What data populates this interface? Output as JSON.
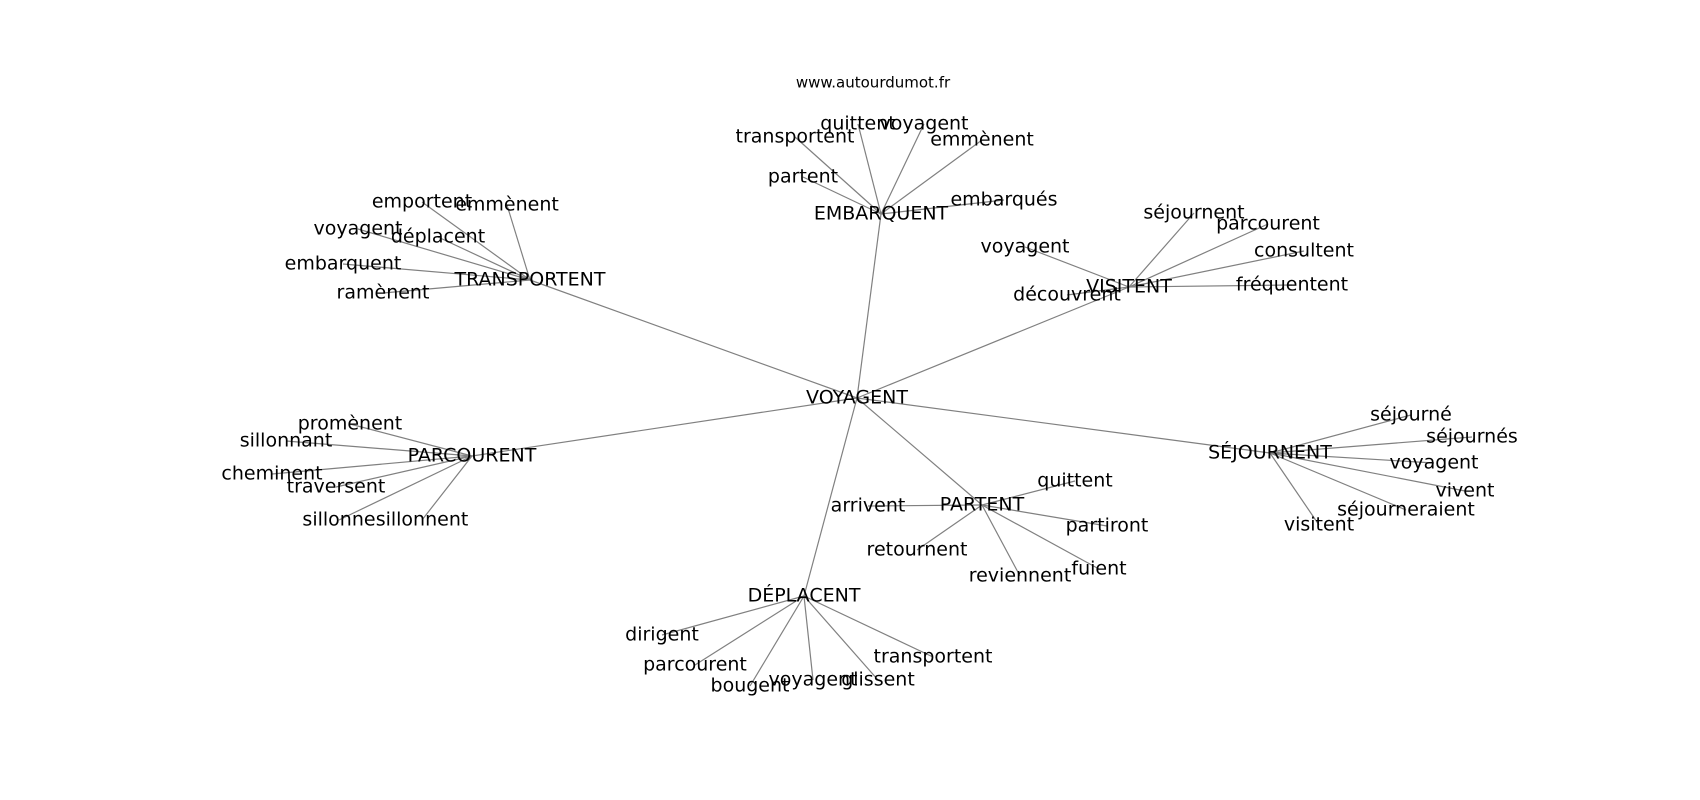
{
  "source": "www.autourdumot.fr",
  "colors": {
    "edge": "#808080",
    "text": "#000000",
    "background": "#ffffff"
  },
  "root": "VOYAGENT",
  "hubs": [
    {
      "id": "embarquent",
      "label": "EMBARQUENT",
      "leaves": [
        "transportent",
        "quittent",
        "voyagent",
        "emmènent",
        "partent",
        "embarqués"
      ]
    },
    {
      "id": "transportent",
      "label": "TRANSPORTENT",
      "leaves": [
        "emportent",
        "emmènent",
        "voyagent",
        "déplacent",
        "embarquent",
        "ramènent"
      ]
    },
    {
      "id": "visitent",
      "label": "VISITENT",
      "leaves": [
        "séjournent",
        "parcourent",
        "consultent",
        "voyagent",
        "découvrent",
        "fréquentent"
      ]
    },
    {
      "id": "parcourent",
      "label": "PARCOURENT",
      "leaves": [
        "promènent",
        "sillonnant",
        "cheminent",
        "traversent",
        "sillonne",
        "sillonnent"
      ]
    },
    {
      "id": "sejournent",
      "label": "SÉJOURNENT",
      "leaves": [
        "séjourné",
        "séjournés",
        "voyagent",
        "vivent",
        "séjourneraient",
        "visitent"
      ]
    },
    {
      "id": "partent",
      "label": "PARTENT",
      "leaves": [
        "quittent",
        "arrivent",
        "partiront",
        "retournent",
        "fuient",
        "reviennent"
      ]
    },
    {
      "id": "deplacent",
      "label": "DÉPLACENT",
      "leaves": [
        "dirigent",
        "parcourent",
        "bougent",
        "voyagent",
        "glissent",
        "transportent"
      ]
    }
  ]
}
